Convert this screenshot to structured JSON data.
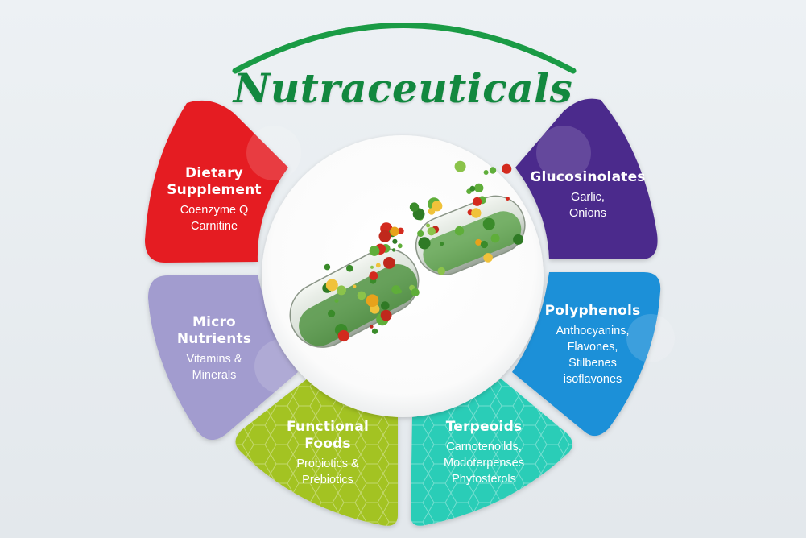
{
  "title": "Nutraceuticals",
  "segments": [
    {
      "id": "dietary",
      "heading": [
        "Dietary",
        "Supplement"
      ],
      "sub": [
        "Coenzyme Q",
        "Carnitine"
      ],
      "color": "#e51b24"
    },
    {
      "id": "micro",
      "heading": [
        "Micro",
        "Nutrients"
      ],
      "sub": [
        "Vitamins &",
        "Minerals"
      ],
      "color": "#a29ccf"
    },
    {
      "id": "functional",
      "heading": [
        "Functional",
        "Foods"
      ],
      "sub": [
        "Probiotics &",
        "Prebiotics"
      ],
      "color": "#a3c322"
    },
    {
      "id": "terpeoids",
      "heading": [
        "Terpeoids"
      ],
      "sub": [
        "Carnotenoilds,",
        "Modoterpenses",
        "Phytosterols"
      ],
      "color": "#2bcdb7"
    },
    {
      "id": "polyphenols",
      "heading": [
        "Polyphenols"
      ],
      "sub": [
        "Anthocyanins,",
        "Flavones,",
        "Stilbenes",
        "isoflavones"
      ],
      "color": "#1e90d8"
    },
    {
      "id": "glucosinolates",
      "heading": [
        "Glucosinolates"
      ],
      "sub": [
        "Garlic,",
        "Onions"
      ],
      "color": "#4b2a8c"
    }
  ],
  "colors": {
    "title": "#12883f",
    "arc": "#1a9b45",
    "background": "#e6ebef",
    "center": "#ffffff"
  },
  "center_image": "capsule-with-vegetables"
}
